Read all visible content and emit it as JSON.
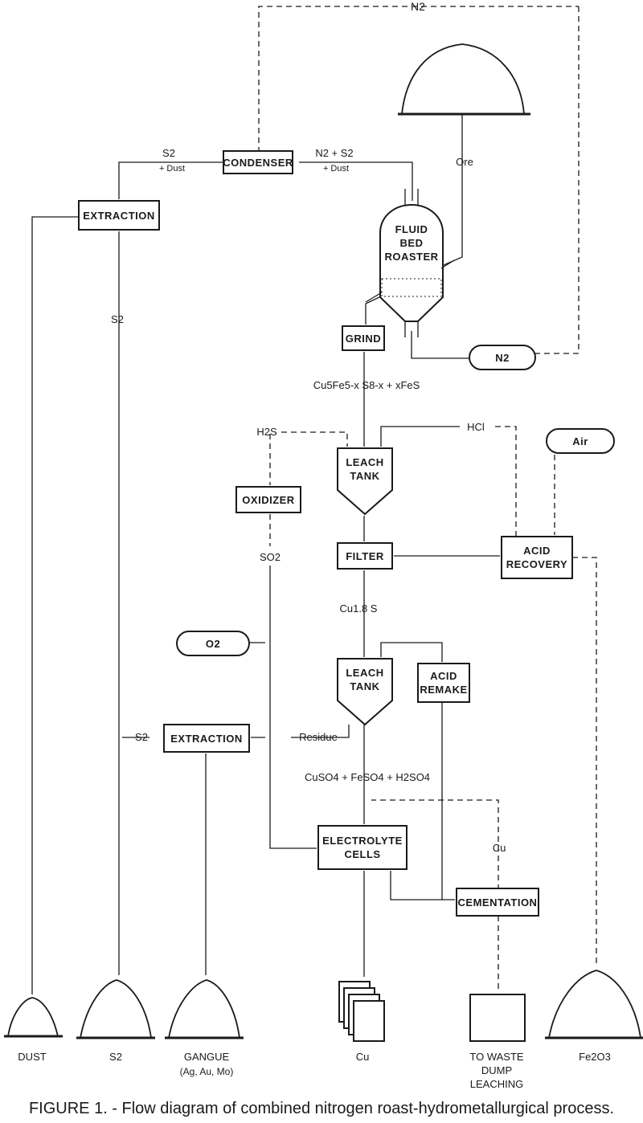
{
  "figure": {
    "caption": "FIGURE 1. - Flow diagram of combined nitrogen roast-hydrometallurgical process."
  },
  "units": {
    "condenser": "CONDENSER",
    "extraction_top": "EXTRACTION",
    "roaster": [
      "FLUID",
      "BED",
      "ROASTER"
    ],
    "grind": "GRIND",
    "n2_tank": "N2",
    "leach_tank_1": [
      "LEACH",
      "TANK"
    ],
    "oxidizer": "OXIDIZER",
    "air_tank": "Air",
    "filter": "FILTER",
    "acid_recovery": [
      "ACID",
      "RECOVERY"
    ],
    "o2_tank": "O2",
    "leach_tank_2": [
      "LEACH",
      "TANK"
    ],
    "acid_remake": [
      "ACID",
      "REMAKE"
    ],
    "extraction_bottom": "EXTRACTION",
    "electrolyte_cells": [
      "ELECTROLYTE",
      "CELLS"
    ],
    "cementation": "CEMENTATION"
  },
  "streams": {
    "n2_top": "N2",
    "s2_dust": [
      "S2",
      "+ Dust"
    ],
    "n2_s2_dust": [
      "N2 + S2",
      "+ Dust"
    ],
    "ore": "Ore",
    "s2_mid": "S2",
    "roaster_product": "Cu5Fe5-x S8-x + xFeS",
    "h2s": "H2S",
    "hcl": "HCl",
    "so2": "SO2",
    "cu18s": "Cu1.8 S",
    "residue": "Residue",
    "s2_bottom": "S2",
    "leach_liquor": "CuSO4 + FeSO4 + H2SO4",
    "cu_recycle": "Cu"
  },
  "products": {
    "dust": "DUST",
    "s2": "S2",
    "gangue": [
      "GANGUE",
      "(Ag, Au, Mo)"
    ],
    "cu": "Cu",
    "waste": [
      "TO WASTE",
      "DUMP",
      "LEACHING"
    ],
    "fe2o3": "Fe2O3"
  }
}
